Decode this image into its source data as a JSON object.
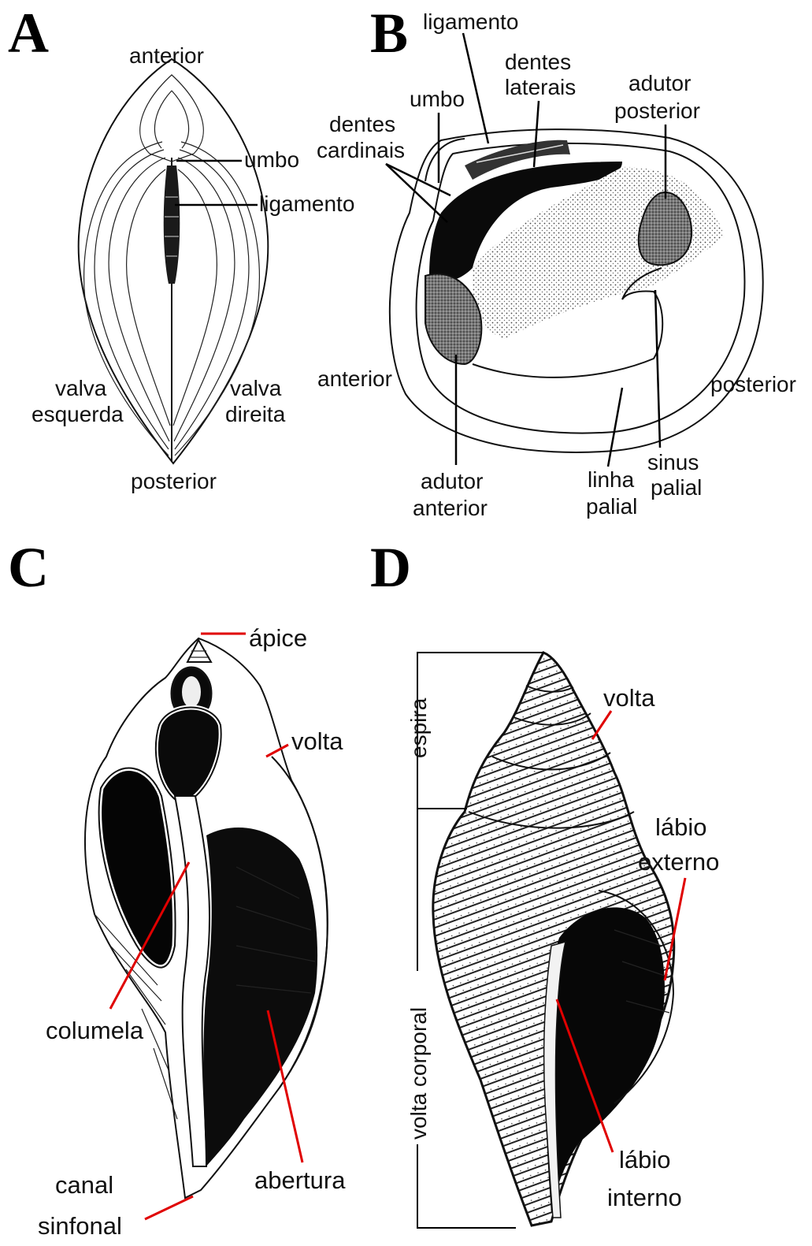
{
  "panels": {
    "A": {
      "letter": "A",
      "labels": {
        "anterior": "anterior",
        "umbo": "umbo",
        "ligamento": "ligamento",
        "valva_esquerda": [
          "valva",
          "esquerda"
        ],
        "valva_direita": [
          "valva",
          "direita"
        ],
        "posterior": "posterior"
      }
    },
    "B": {
      "letter": "B",
      "labels": {
        "ligamento": "ligamento",
        "dentes_laterais": [
          "dentes",
          "laterais"
        ],
        "umbo": "umbo",
        "dentes_cardinais": [
          "dentes",
          "cardinais"
        ],
        "adutor_posterior": [
          "adutor",
          "posterior"
        ],
        "anterior": "anterior",
        "posterior": "posterior",
        "adutor_anterior": [
          "adutor",
          "anterior"
        ],
        "linha_palial": [
          "linha",
          "palial"
        ],
        "sinus_palial": [
          "sinus",
          "palial"
        ]
      }
    },
    "C": {
      "letter": "C",
      "labels": {
        "apice": "ápice",
        "volta": "volta",
        "columela": "columela",
        "canal_sinfonal": [
          "canal",
          "sinfonal"
        ],
        "abertura": "abertura"
      }
    },
    "D": {
      "letter": "D",
      "labels": {
        "espira": "espira",
        "volta": "volta",
        "labio_externo": [
          "lábio",
          "externo"
        ],
        "volta_corporal": "volta corporal",
        "labio_interno": [
          "lábio",
          "interno"
        ]
      }
    }
  },
  "colors": {
    "leader_red": "#e00000",
    "ink": "#111111",
    "muscle_scar": "#555555",
    "background": "#ffffff"
  }
}
